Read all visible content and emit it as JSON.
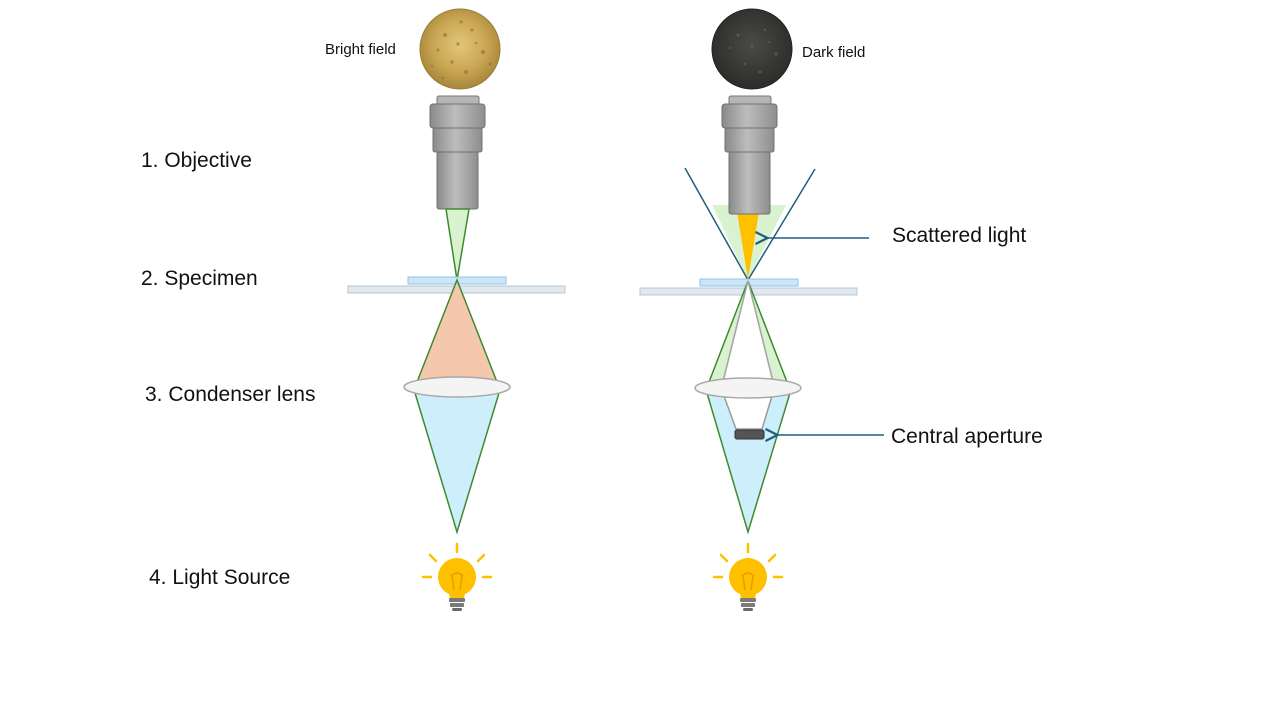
{
  "steps": {
    "objective": "1. Objective",
    "specimen": "2. Specimen",
    "condenser": "3. Condenser lens",
    "light_source": "4. Light Source"
  },
  "views": {
    "bright": "Bright field",
    "dark": "Dark field"
  },
  "callouts": {
    "scattered": "Scattered light",
    "aperture": "Central aperture"
  },
  "colors": {
    "ray_line": "#3f8a2f",
    "illumination_cone": "#cdeefb",
    "specimen_cone": "#f5c7ad",
    "objective_cone": "#d9f2cf",
    "scattered_light": "#ffc000",
    "callout_arrow": "#1f5f80",
    "objective_body": "#9e9e9e",
    "bulb": "#ffc000"
  },
  "icons": [
    "microscope-objective-icon",
    "glass-slide-icon",
    "condenser-lens-icon",
    "light-bulb-icon",
    "central-aperture-stop-icon",
    "sample-image-icon"
  ]
}
